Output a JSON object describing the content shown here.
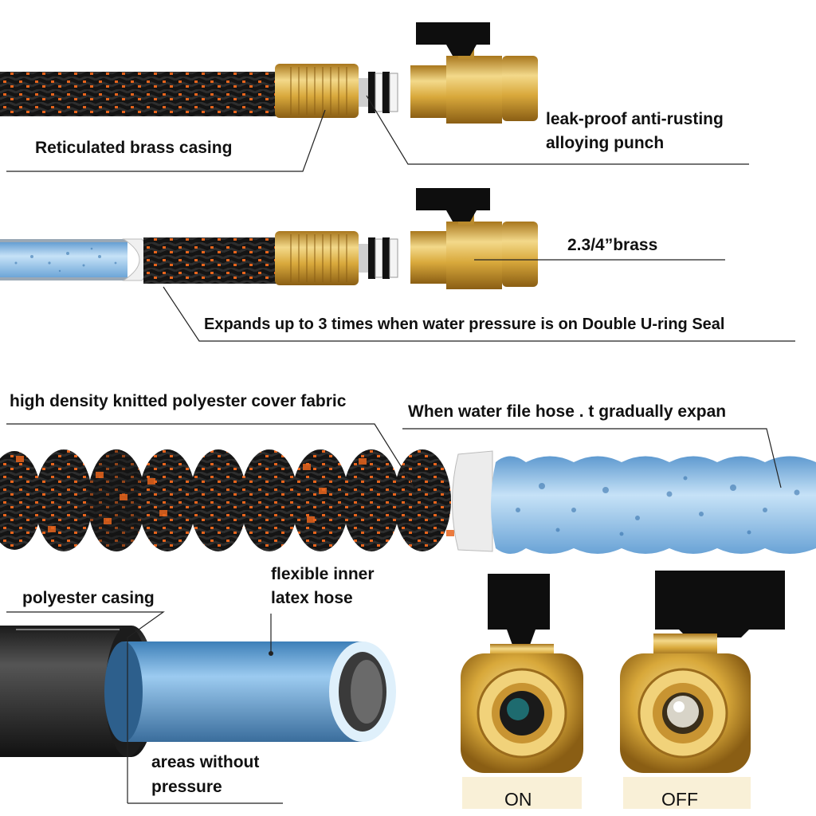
{
  "labels": {
    "reticulated_brass": "Reticulated brass casing",
    "leak_proof_line1": "leak-proof anti-rusting",
    "leak_proof_line2": "alloying punch",
    "brass_size": "2.3/4”brass",
    "expands": "Expands up to 3 times when water pressure is on Double U-ring Seal",
    "high_density": "high density knitted polyester cover fabric",
    "water_file": "When water file hose . t gradually expan",
    "polyester_casing": "polyester casing",
    "flexible_line1": "flexible inner",
    "flexible_line2": "latex hose",
    "areas_line1": "areas without",
    "areas_line2": "pressure",
    "on": "ON",
    "off": "OFF"
  },
  "colors": {
    "braid_black": "#141414",
    "braid_orange": "#e8641c",
    "brass": "#d9a93c",
    "brass_light": "#f3d98a",
    "latex_blue": "#8fc3ea",
    "handle_black": "#0e0e0e"
  }
}
